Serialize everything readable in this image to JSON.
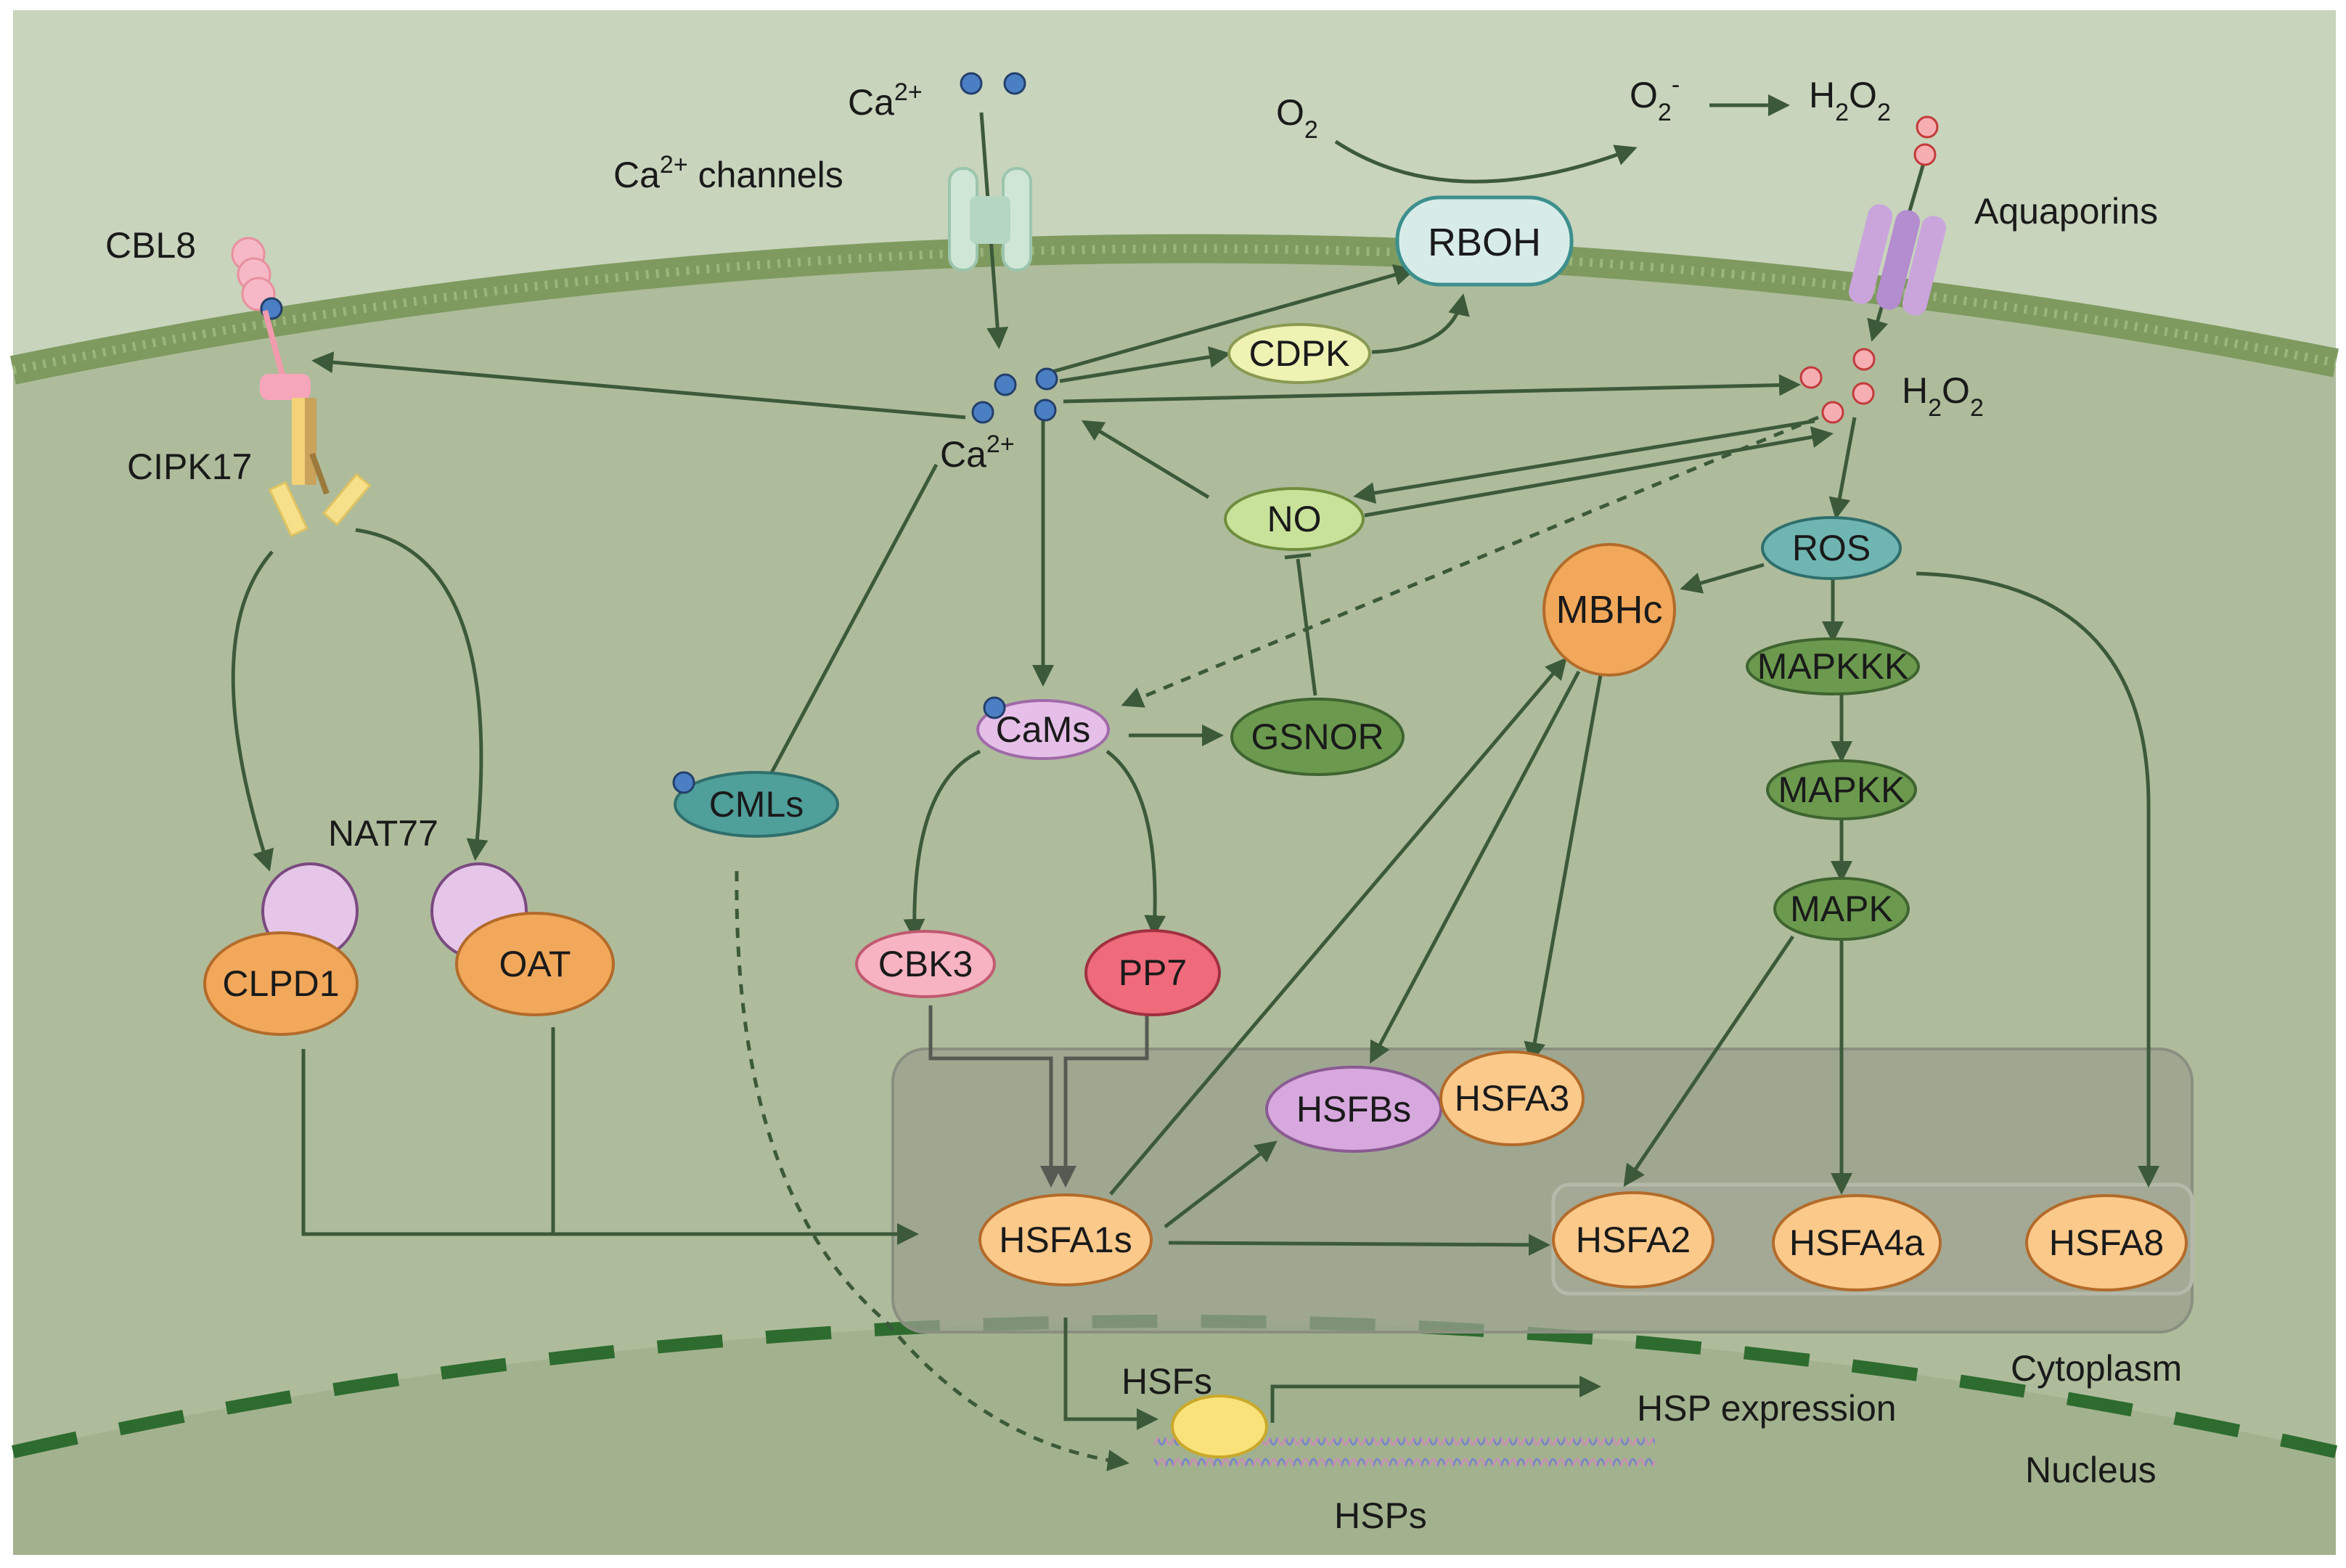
{
  "labels": {
    "ca_top": "Ca",
    "ca_top_sup": "2+",
    "ca_channels": "Ca",
    "ca_channels_sup": "2+",
    "ca_channels_suffix": " channels",
    "o2": "O",
    "o2_sub": "2",
    "o2_minus": "O",
    "o2_minus_sub": "2",
    "o2_minus_sup": "-",
    "h2o2_top": "H",
    "h2o2_top_sub1": "2",
    "h2o2_top_mid": "O",
    "h2o2_top_sub2": "2",
    "aquaporins": "Aquaporins",
    "cbl8": "CBL8",
    "cipk17": "CIPK17",
    "ca_inner": "Ca",
    "ca_inner_sup": "2+",
    "h2o2_inner": "H",
    "h2o2_inner_sub1": "2",
    "h2o2_inner_mid": "O",
    "h2o2_inner_sub2": "2",
    "nat77": "NAT77",
    "hsfs": "HSFs",
    "hsp_expression": "HSP expression",
    "hsps": "HSPs",
    "cytoplasm": "Cytoplasm",
    "nucleus": "Nucleus"
  },
  "nodes": {
    "rboh": "RBOH",
    "cdpk": "CDPK",
    "no": "NO",
    "ros": "ROS",
    "mbhc": "MBHc",
    "mapkkk": "MAPKKK",
    "mapkk": "MAPKK",
    "mapk": "MAPK",
    "cams": "CaMs",
    "gsnor": "GSNOR",
    "cmls": "CMLs",
    "clpd1": "CLPD1",
    "oat": "OAT",
    "cbk3": "CBK3",
    "pp7": "PP7",
    "hsfbs": "HSFBs",
    "hsfa3": "HSFA3",
    "hsfa1s": "HSFA1s",
    "hsfa2": "HSFA2",
    "hsfa4a": "HSFA4a",
    "hsfa8": "HSFA8"
  },
  "colors": {
    "background_outer": "#c8d4bc",
    "cytoplasm": "#aebc9c",
    "nucleus": "#a2b28e",
    "membrane": "#7e9a5e",
    "arrow": "#3c5a3a",
    "teal_node": "#6fb6b2",
    "green_node": "#6b9a4e",
    "light_green_node": "#c9e29a",
    "yellow_node": "#eef2b2",
    "orange_node": "#f2a85a",
    "light_orange_node": "#fbc98a",
    "purple_node": "#d6a8dd",
    "pink_node": "#f7b3c2",
    "red_node": "#ef6a7a",
    "calcium_dot": "#4b7fc4",
    "h2o2_dot": "#f2a2a6",
    "nucleus_box": "#9aa08e"
  }
}
